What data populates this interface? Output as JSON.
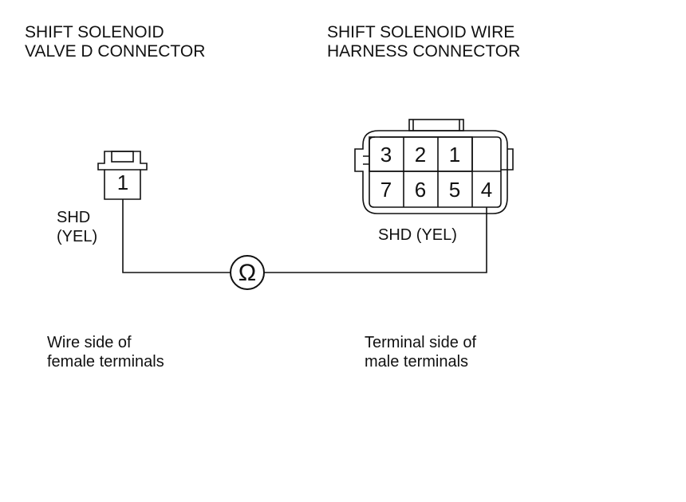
{
  "left_connector": {
    "title_line1": "SHIFT SOLENOID",
    "title_line2": "VALVE D CONNECTOR",
    "pin": "1",
    "wire_line1": "SHD",
    "wire_line2": "(YEL)",
    "note_line1": "Wire side of",
    "note_line2": "female terminals"
  },
  "right_connector": {
    "title_line1": "SHIFT SOLENOID WIRE",
    "title_line2": "HARNESS CONNECTOR",
    "pins_top": [
      "3",
      "2",
      "1"
    ],
    "pins_bottom": [
      "7",
      "6",
      "5",
      "4"
    ],
    "wire_label": "SHD (YEL)",
    "note_line1": "Terminal side of",
    "note_line2": "male terminals"
  },
  "meter": {
    "symbol": "Ω",
    "symbol_name": "ohm-icon"
  }
}
